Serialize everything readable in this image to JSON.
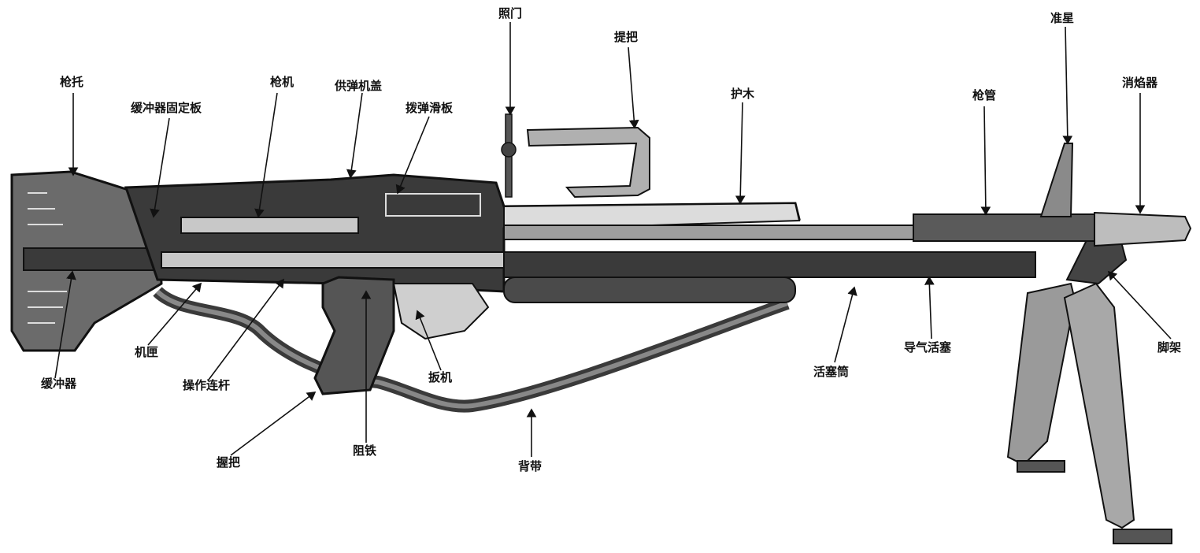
{
  "labels": {
    "stock": "枪托",
    "buffer_plate": "缓冲器固定板",
    "bolt": "枪机",
    "feed_cover": "供弹机盖",
    "feed_slide": "拨弹滑板",
    "rear_sight": "照门",
    "carry_handle": "提把",
    "handguard": "护木",
    "barrel": "枪管",
    "front_sight": "准星",
    "flash_hider": "消焰器",
    "receiver": "机匣",
    "buffer": "缓冲器",
    "op_rod": "操作连杆",
    "pistol_grip": "握把",
    "sear": "阻铁",
    "trigger": "扳机",
    "sling": "背带",
    "gas_cylinder": "活塞筒",
    "gas_piston": "导气活塞",
    "bipod": "脚架"
  },
  "colors": {
    "ink": "#111111",
    "metal_dark": "#2e2e2e",
    "metal_mid": "#6b6b6b",
    "metal_light": "#bdbdbd",
    "paper": "#ffffff"
  }
}
